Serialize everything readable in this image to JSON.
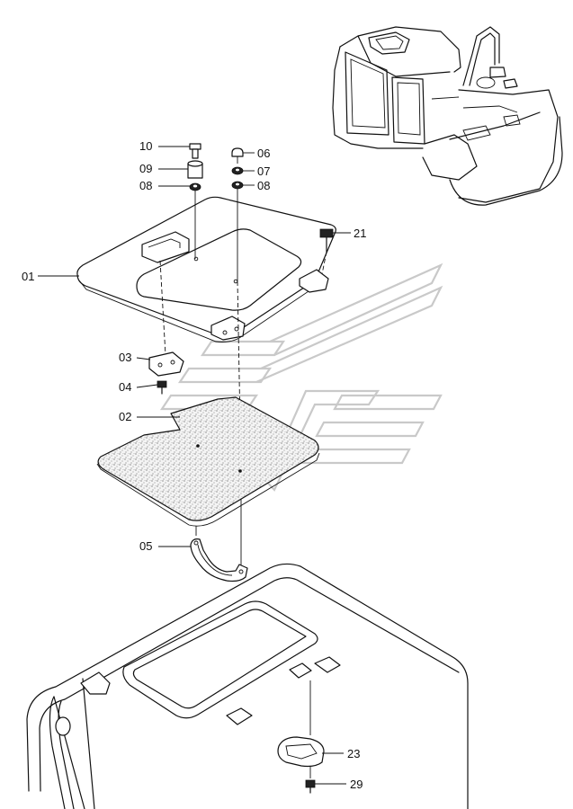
{
  "callouts": [
    {
      "id": "c10",
      "text": "10"
    },
    {
      "id": "c09",
      "text": "09"
    },
    {
      "id": "c08a",
      "text": "08"
    },
    {
      "id": "c06",
      "text": "06"
    },
    {
      "id": "c07",
      "text": "07"
    },
    {
      "id": "c08b",
      "text": "08"
    },
    {
      "id": "c21",
      "text": "21"
    },
    {
      "id": "c01",
      "text": "01"
    },
    {
      "id": "c03",
      "text": "03"
    },
    {
      "id": "c04",
      "text": "04"
    },
    {
      "id": "c02",
      "text": "02"
    },
    {
      "id": "c05",
      "text": "05"
    },
    {
      "id": "c23",
      "text": "23"
    },
    {
      "id": "c29",
      "text": "29"
    }
  ]
}
